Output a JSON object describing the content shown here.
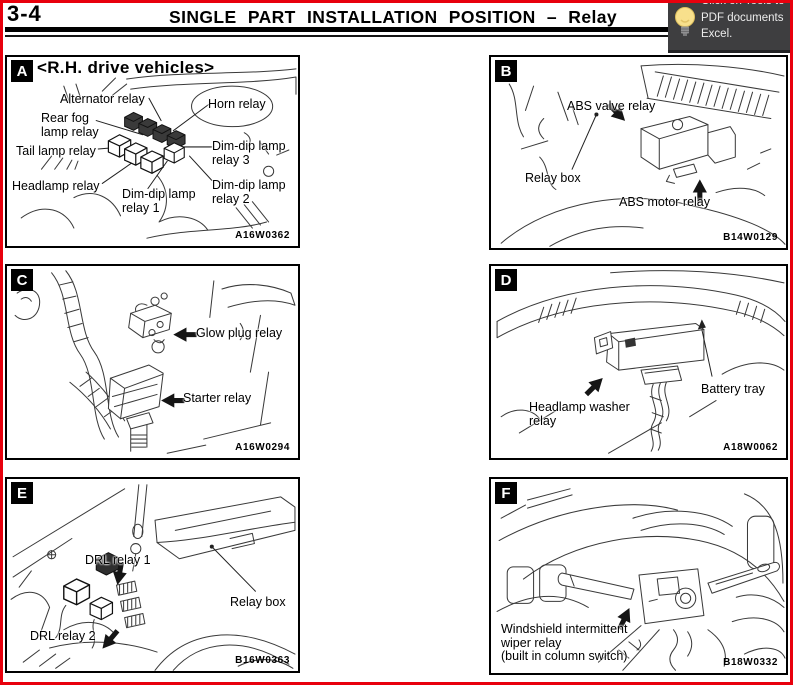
{
  "header": {
    "page_number": "3-4",
    "title": "SINGLE PART INSTALLATION POSITION – Relay"
  },
  "tooltip": {
    "icon": "lightbulb-icon",
    "lines": [
      "Click on Tools to",
      "PDF documents",
      "Excel."
    ]
  },
  "colors": {
    "page_border": "#e8000d",
    "tooltip_bg": "#3e3e40",
    "bulb_yellow": "#f8e08c"
  },
  "panels": [
    {
      "id": "A",
      "heading": "<R.H. drive vehicles>",
      "labels": [
        "Alternator relay",
        "Horn relay",
        "Rear fog\nlamp relay",
        "Tail lamp relay",
        "Dim-dip lamp\nrelay 3",
        "Headlamp relay",
        "Dim-dip lamp\nrelay 1",
        "Dim-dip lamp\nrelay 2"
      ],
      "code": "A16W0362"
    },
    {
      "id": "B",
      "labels": [
        "ABS valve relay",
        "Relay box",
        "ABS motor relay"
      ],
      "code": "B14W0129"
    },
    {
      "id": "C",
      "labels": [
        "Glow plug relay",
        "Starter relay"
      ],
      "code": "A16W0294"
    },
    {
      "id": "D",
      "labels": [
        "Headlamp washer\nrelay",
        "Battery tray"
      ],
      "code": "A18W0062"
    },
    {
      "id": "E",
      "labels": [
        "DRL relay 1",
        "DRL relay 2",
        "Relay box"
      ],
      "code": "B16W0363"
    },
    {
      "id": "F",
      "labels": [
        "Windshield intermittent\nwiper relay\n(built in column switch)"
      ],
      "code": "B18W0332"
    }
  ]
}
